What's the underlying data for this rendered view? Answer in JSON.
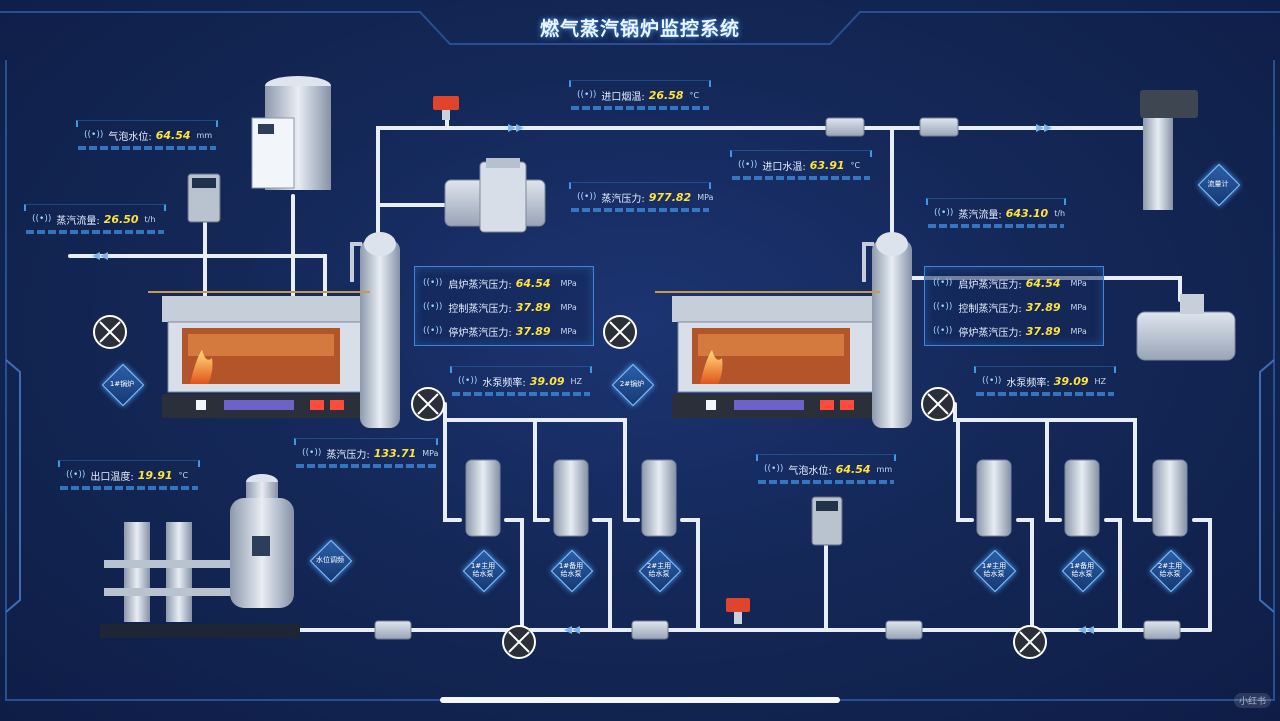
{
  "app": {
    "title": "燃气蒸汽锅炉监控系统"
  },
  "colors": {
    "background": "#142858",
    "value": "#ffe33a",
    "pipe": "#e7eef8",
    "frame": "#3b86d8"
  },
  "readouts": {
    "bubble_level_1": {
      "label": "气泡水位:",
      "value": "64.54",
      "unit": "mm"
    },
    "steam_flow_1": {
      "label": "蒸汽流量:",
      "value": "26.50",
      "unit": "t/h"
    },
    "inlet_smoke_temp": {
      "label": "进口烟温:",
      "value": "26.58",
      "unit": "°C"
    },
    "steam_pressure_top": {
      "label": "蒸汽压力:",
      "value": "977.82",
      "unit": "MPa"
    },
    "inlet_water_temp": {
      "label": "进口水温:",
      "value": "63.91",
      "unit": "°C"
    },
    "steam_flow_2": {
      "label": "蒸汽流量:",
      "value": "643.10",
      "unit": "t/h"
    },
    "pump_freq_1": {
      "label": "水泵频率:",
      "value": "39.09",
      "unit": "HZ"
    },
    "pump_freq_2": {
      "label": "水泵频率:",
      "value": "39.09",
      "unit": "HZ"
    },
    "steam_pressure_mid": {
      "label": "蒸汽压力:",
      "value": "133.71",
      "unit": "MPa"
    },
    "outlet_temp": {
      "label": "出口温度:",
      "value": "19.91",
      "unit": "°C"
    },
    "bubble_level_2": {
      "label": "气泡水位:",
      "value": "64.54",
      "unit": "mm"
    }
  },
  "boiler_panels": [
    {
      "rows": [
        {
          "label": "启炉蒸汽压力:",
          "value": "64.54",
          "unit": "MPa"
        },
        {
          "label": "控制蒸汽压力:",
          "value": "37.89",
          "unit": "MPa"
        },
        {
          "label": "停炉蒸汽压力:",
          "value": "37.89",
          "unit": "MPa"
        }
      ]
    },
    {
      "rows": [
        {
          "label": "启炉蒸汽压力:",
          "value": "64.54",
          "unit": "MPa"
        },
        {
          "label": "控制蒸汽压力:",
          "value": "37.89",
          "unit": "MPa"
        },
        {
          "label": "停炉蒸汽压力:",
          "value": "37.89",
          "unit": "MPa"
        }
      ]
    }
  ],
  "badges": {
    "boiler_1": "1#锅炉",
    "boiler_2": "2#锅炉",
    "flowmeter": "流量计",
    "water_tank": "水位调频",
    "pumps": [
      "1#主用给水泵",
      "1#备用给水泵",
      "2#主用给水泵",
      "1#主用给水泵",
      "1#备用给水泵",
      "2#主用给水泵"
    ]
  },
  "watermark": "小红书"
}
